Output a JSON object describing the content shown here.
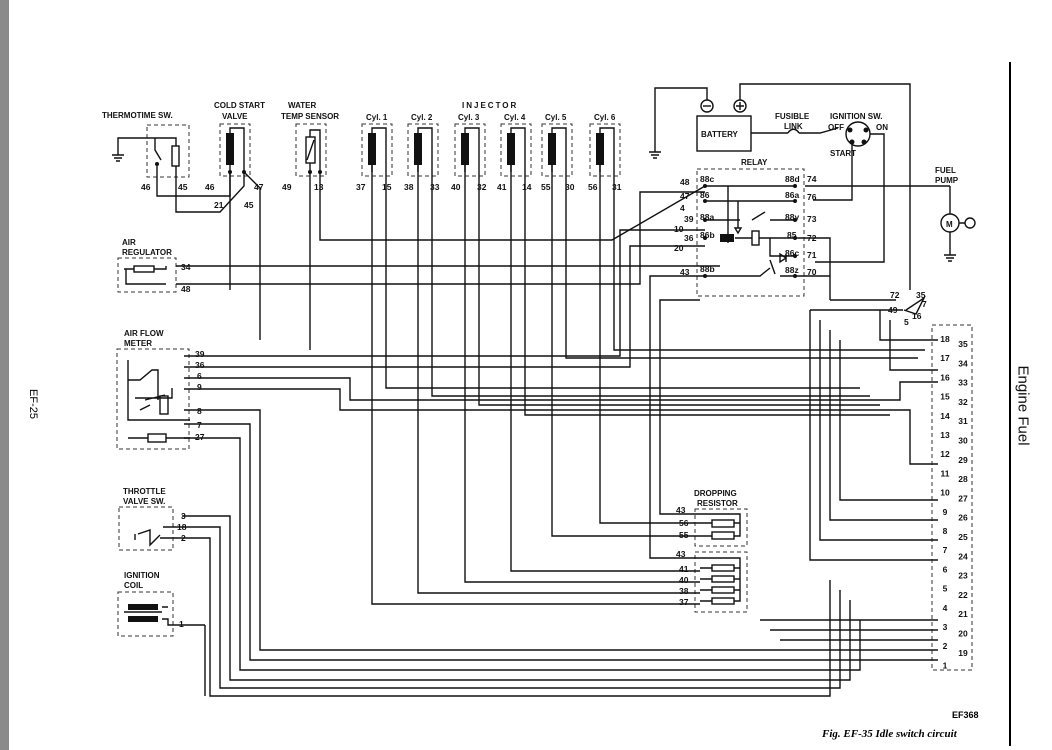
{
  "page_number": "EF-25",
  "section_title": "Engine Fuel",
  "figure_id": "EF368",
  "caption": "Fig. EF-35  Idle switch circuit",
  "components": {
    "thermotime": "THERMOTIME SW.",
    "cold_start_1": "COLD START",
    "cold_start_2": "VALVE",
    "water_1": "WATER",
    "water_2": "TEMP SENSOR",
    "injector": "INJECTOR",
    "cyl1": "Cyl. 1",
    "cyl2": "Cyl. 2",
    "cyl3": "Cyl. 3",
    "cyl4": "Cyl. 4",
    "cyl5": "Cyl. 5",
    "cyl6": "Cyl. 6",
    "battery": "BATTERY",
    "fusible_1": "FUSIBLE",
    "fusible_2": "LINK",
    "ignition_sw": "IGNITION SW.",
    "off": "OFF",
    "on": "ON",
    "start": "START",
    "relay": "RELAY",
    "fuel_pump_1": "FUEL",
    "fuel_pump_2": "PUMP",
    "motor": "M",
    "air_reg_1": "AIR",
    "air_reg_2": "REGULATOR",
    "afm_1": "AIR FLOW",
    "afm_2": "METER",
    "throttle_1": "THROTTLE",
    "throttle_2": "VALVE SW.",
    "ign_coil_1": "IGNITION",
    "ign_coil_2": "COIL",
    "dropping_1": "DROPPING",
    "dropping_2": "RESISTOR"
  },
  "pins": {
    "thermo": [
      "46",
      "45"
    ],
    "cold": [
      "46",
      "47",
      "21",
      "45"
    ],
    "water": [
      "49",
      "13"
    ],
    "cyl1": [
      "37",
      "15"
    ],
    "cyl2": [
      "38",
      "33"
    ],
    "cyl3": [
      "40",
      "32"
    ],
    "cyl4": [
      "41",
      "14"
    ],
    "cyl5": [
      "55",
      "30"
    ],
    "cyl6": [
      "56",
      "31"
    ],
    "relay_left": [
      "48",
      "47",
      "4",
      "39",
      "10",
      "36",
      "20",
      "43"
    ],
    "relay_inner_left": [
      "88c",
      "86",
      "88a",
      "86b",
      "88b"
    ],
    "relay_inner_right": [
      "88d",
      "86a",
      "88y",
      "85",
      "86c",
      "88z"
    ],
    "relay_right": [
      "74",
      "76",
      "73",
      "72",
      "71",
      "70"
    ],
    "air_reg": [
      "34",
      "48"
    ],
    "afm": [
      "39",
      "36",
      "6",
      "9",
      "8",
      "7",
      "27"
    ],
    "throttle": [
      "3",
      "18",
      "2"
    ],
    "ign_coil": [
      "1"
    ],
    "junction": [
      "72",
      "35",
      "49",
      "7",
      "5",
      "16"
    ],
    "drop_a": [
      "43",
      "56",
      "55"
    ],
    "drop_b": [
      "43",
      "41",
      "40",
      "38",
      "37"
    ],
    "ecu_left": [
      "18",
      "17",
      "16",
      "15",
      "14",
      "13",
      "12",
      "11",
      "10",
      "9",
      "8",
      "7",
      "6",
      "5",
      "4",
      "3",
      "2",
      "1"
    ],
    "ecu_right": [
      "35",
      "34",
      "33",
      "32",
      "31",
      "30",
      "29",
      "28",
      "27",
      "26",
      "25",
      "24",
      "23",
      "22",
      "21",
      "20",
      "19"
    ]
  }
}
